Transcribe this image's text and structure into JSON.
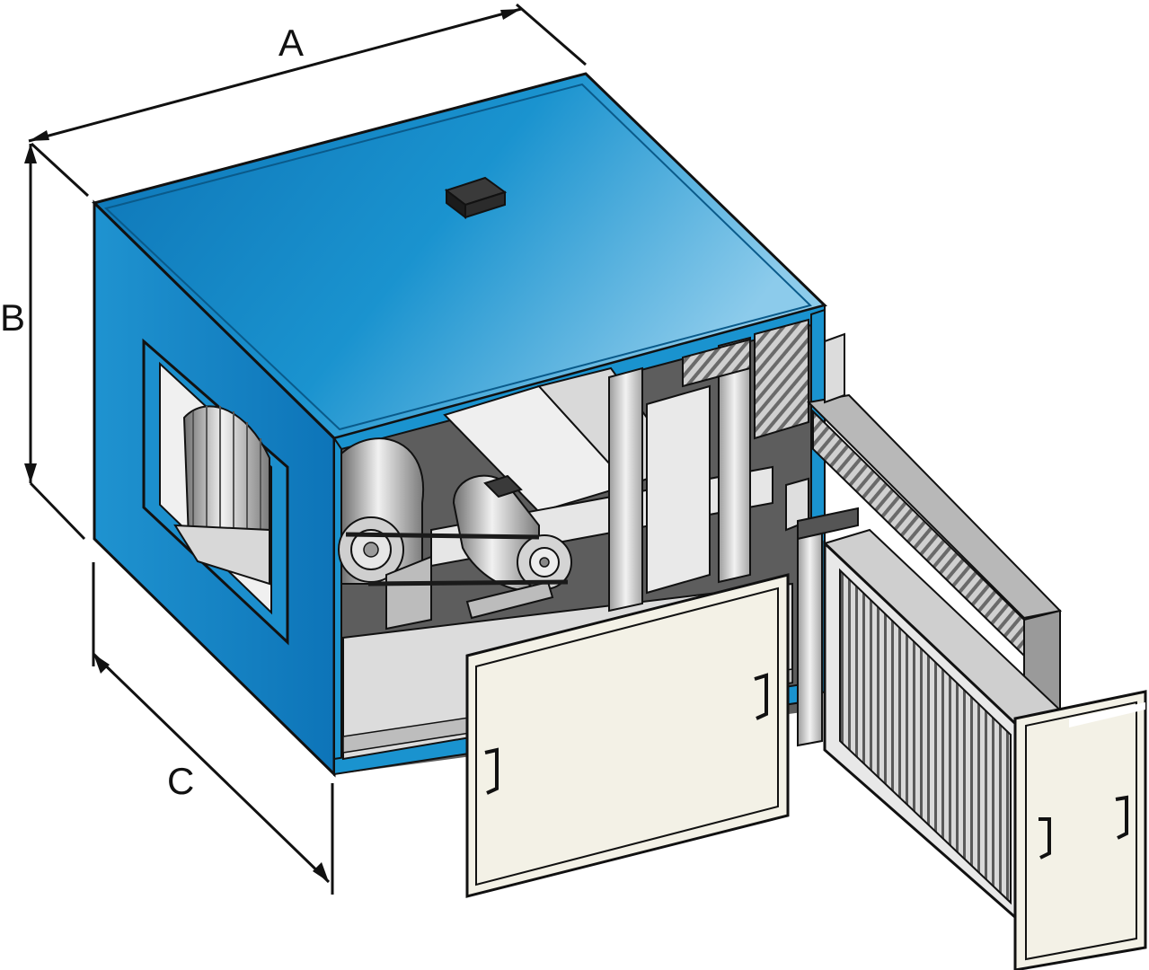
{
  "dimensions": {
    "a": "A",
    "b": "B",
    "c": "C"
  },
  "colors": {
    "housing_top": "#1a93cf",
    "housing_side": "#0f7fc1",
    "housing_edge": "#0a5a8a",
    "panel_cream": "#f3f1e6",
    "metal_light": "#e4e4e4",
    "metal_mid": "#bfbfbf",
    "metal_dark": "#8a8a8a"
  }
}
